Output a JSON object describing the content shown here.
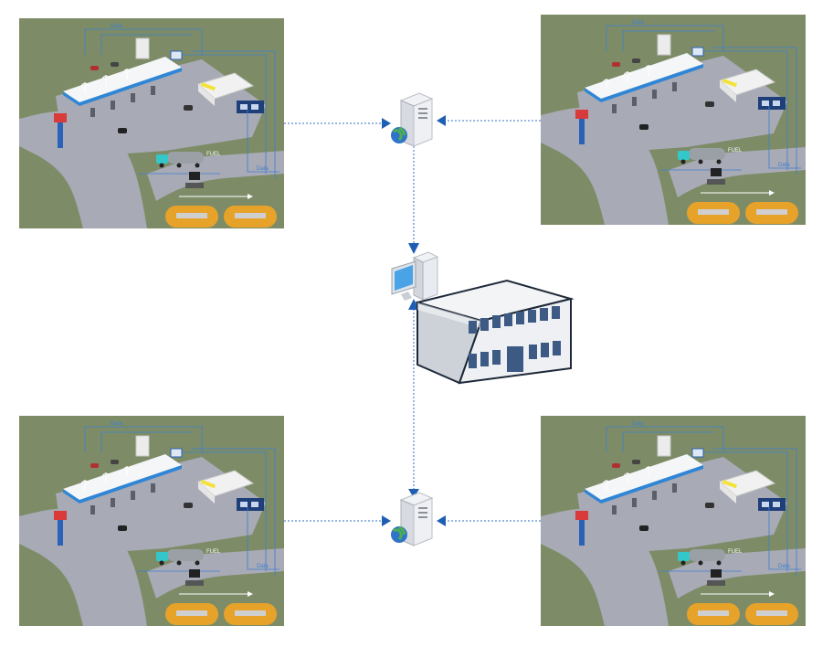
{
  "stations": [
    {
      "id": "top-left",
      "data_label": "Data",
      "data_label_2": "Data",
      "fuel_label": "FUEL"
    },
    {
      "id": "top-right",
      "data_label": "Data",
      "data_label_2": "Data",
      "fuel_label": "FUEL"
    },
    {
      "id": "bottom-left",
      "data_label": "Data",
      "data_label_2": "Data",
      "fuel_label": "FUEL"
    },
    {
      "id": "bottom-right",
      "data_label": "Data",
      "data_label_2": "Data",
      "fuel_label": "FUEL"
    }
  ],
  "colors": {
    "grass": "#7d8c67",
    "asphalt": "#a8aab6",
    "canopy": "#f4f6f8",
    "canopy_stripe": "#2f86d6",
    "tank": "#e7a22a",
    "truck_cab": "#34c7c9",
    "truck_tank": "#9aa0a6",
    "link_line": "#2f6fc0",
    "arrow": "#1e5fb4",
    "building_window": "#3c5a84",
    "data_line": "#3e7fd0"
  },
  "icons": [
    "server-icon",
    "globe-icon",
    "workstation-icon",
    "office-building-icon",
    "fuel-truck-icon",
    "storage-tank-icon",
    "gas-station-icon"
  ]
}
